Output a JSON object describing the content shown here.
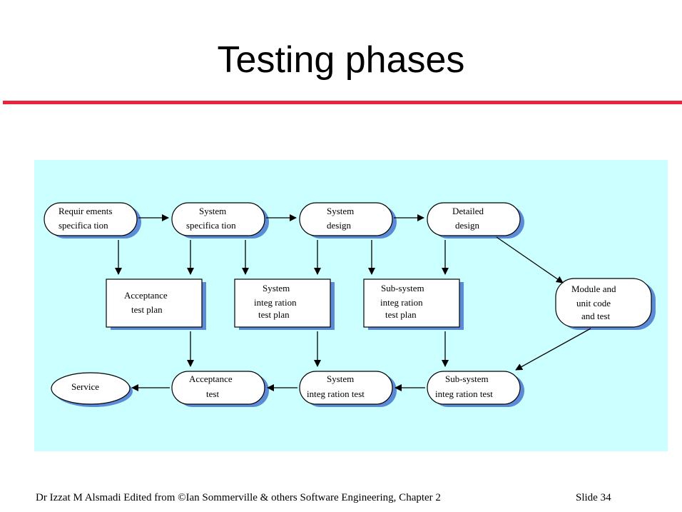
{
  "slide": {
    "title": "Testing phases",
    "footer": "Dr Izzat M Alsmadi   Edited from ©Ian Sommerville & others   Software Engineering, Chapter 2",
    "slide_label": "Slide",
    "slide_number": "34"
  },
  "diagram": {
    "nodes": {
      "req_spec": [
        "Requir      ements",
        "specifica  tion"
      ],
      "sys_spec": [
        "System",
        "specifica  tion"
      ],
      "sys_design": [
        "System",
        "design"
      ],
      "detailed_design": [
        "Detailed",
        "design"
      ],
      "acceptance_plan": [
        "Acceptance",
        "test plan"
      ],
      "sys_int_plan": [
        "System",
        "integ  ration",
        "test plan"
      ],
      "subsys_int_plan": [
        "Sub-system",
        "integ  ration",
        "test plan"
      ],
      "module_unit": [
        "Module and",
        "unit code",
        "and test"
      ],
      "service": [
        "Service"
      ],
      "acceptance_test": [
        "Acceptance",
        "test"
      ],
      "sys_int_test": [
        "System",
        "integ  ration test"
      ],
      "subsys_int_test": [
        "Sub-system",
        "integ  ration test"
      ]
    }
  }
}
